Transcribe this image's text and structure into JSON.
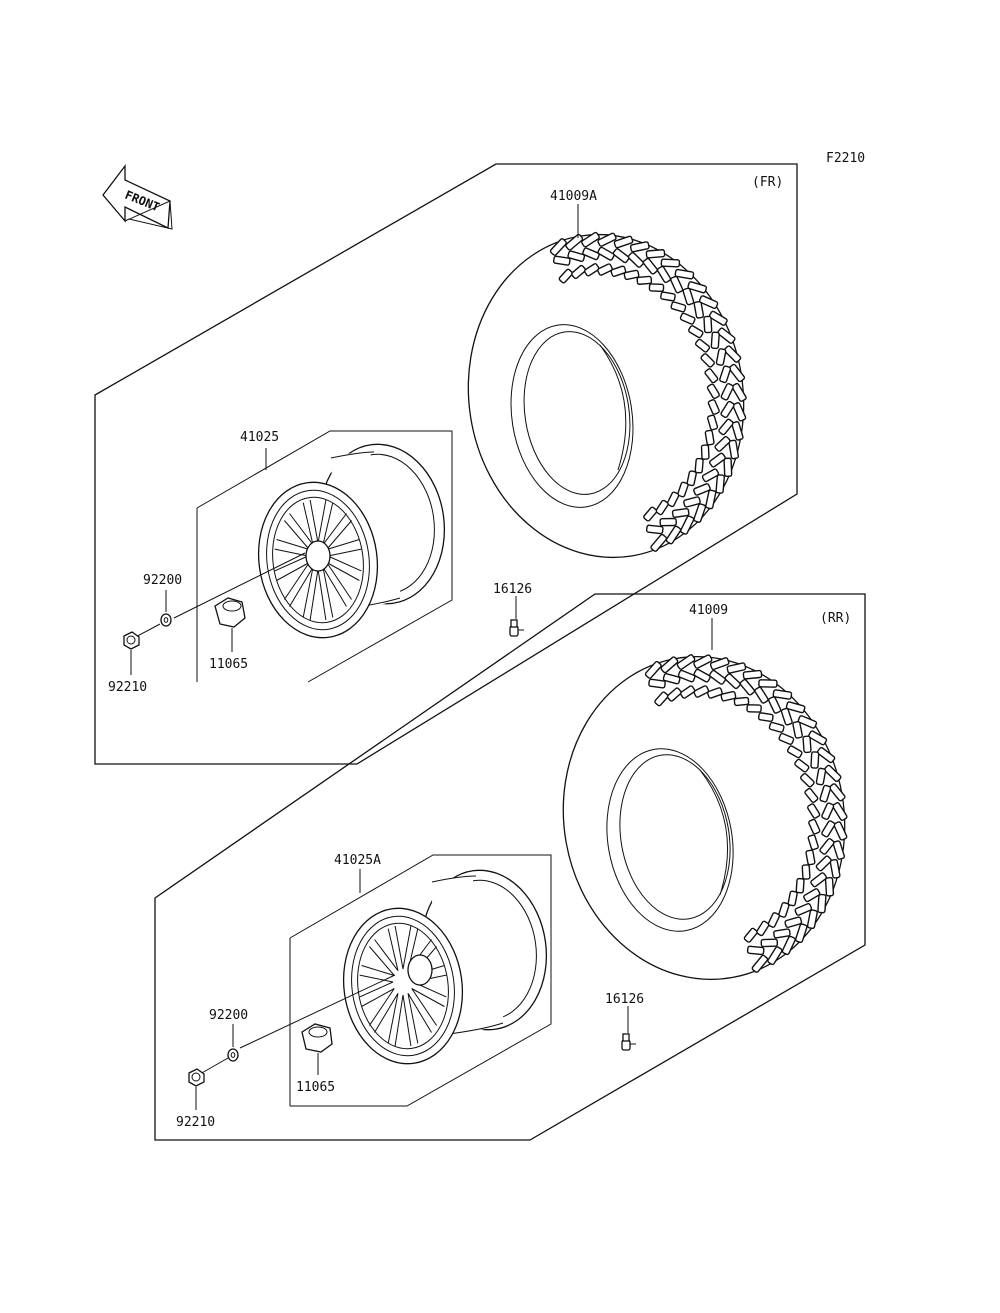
{
  "diagram": {
    "figure_code": "F2210",
    "front_arrow_text": "FRONT",
    "sections": {
      "front": {
        "label": "(FR)"
      },
      "rear": {
        "label": "(RR)"
      }
    },
    "callouts": {
      "front_tire": "41009A",
      "front_wheel": "41025",
      "front_washer": "92200",
      "front_nut": "92210",
      "front_cap": "11065",
      "front_valve": "16126",
      "rear_tire": "41009",
      "rear_wheel": "41025A",
      "rear_washer": "92200",
      "rear_nut": "92210",
      "rear_cap": "11065",
      "rear_valve": "16126"
    }
  }
}
